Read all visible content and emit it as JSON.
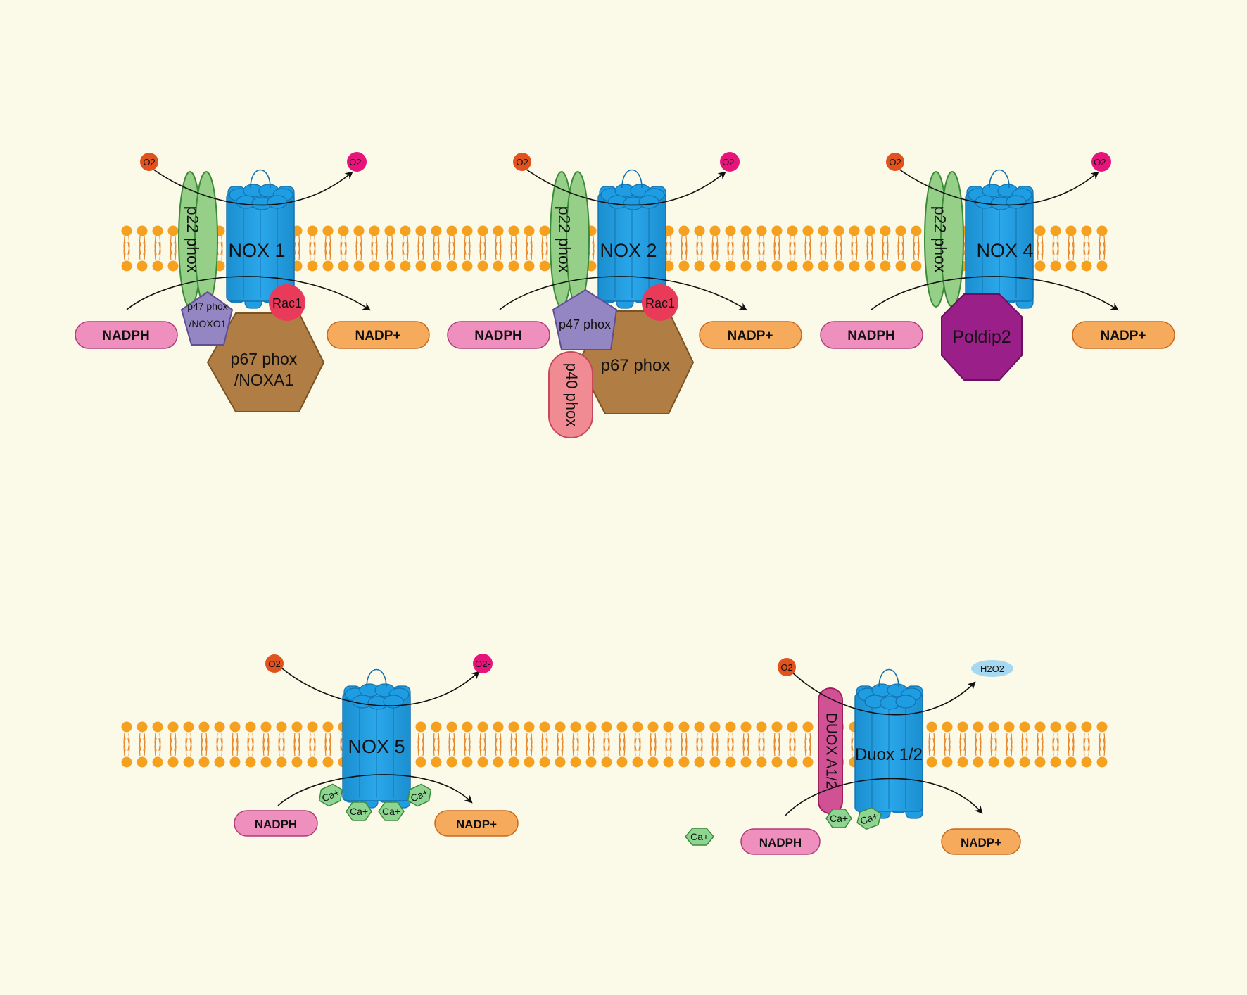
{
  "colors": {
    "background": "#fbf9e7",
    "lipid_head": "#f5a11f",
    "lipid_tail": "#e8862a",
    "nox_blue": "#1e9de2",
    "nox_blue_dark": "#1372b0",
    "p22phox_green": "#96cf87",
    "p47phox_purple": "#9486c2",
    "p67phox_brown": "#b07d45",
    "rac1_red": "#ea3a5a",
    "p40phox_pink": "#f08b93",
    "poldip2_magenta": "#9a1f88",
    "nadph_pink": "#ef8fbd",
    "nadp_orange": "#f6aa5c",
    "o2_orange": "#e0521e",
    "superoxide_magenta": "#e6147b",
    "h2o2_blue": "#a6d8f0",
    "duoxa_magenta": "#d05294",
    "calcium_green": "#8ed592"
  },
  "complexes": [
    {
      "name": "NOX 1",
      "adaptor_p22": "p22 phox",
      "nadph": "NADPH",
      "nadp": "NADP+",
      "o2": "O2",
      "product": "O2-",
      "p47_line1": "p47 phox",
      "p47_line2": "/NOXO1",
      "p67_line1": "p67 phox",
      "p67_line2": "/NOXA1",
      "rac": "Rac1"
    },
    {
      "name": "NOX 2",
      "adaptor_p22": "p22 phox",
      "nadph": "NADPH",
      "nadp": "NADP+",
      "o2": "O2",
      "product": "O2-",
      "p47": "p47 phox",
      "p67": "p67 phox",
      "p40": "p40 phox",
      "rac": "Rac1"
    },
    {
      "name": "NOX 4",
      "adaptor_p22": "p22 phox",
      "nadph": "NADPH",
      "nadp": "NADP+",
      "o2": "O2",
      "product": "O2-",
      "partner": "Poldip2"
    },
    {
      "name": "NOX 5",
      "nadph": "NADPH",
      "nadp": "NADP+",
      "o2": "O2",
      "product": "O2-",
      "calcium": [
        "Ca+",
        "Ca+",
        "Ca+",
        "Ca+"
      ]
    },
    {
      "name": "Duox 1/2",
      "adaptor": "DUOX A1/2",
      "nadph": "NADPH",
      "nadp": "NADP+",
      "o2": "O2",
      "product": "H2O2",
      "calcium": [
        "Ca+",
        "Ca+"
      ],
      "free_calcium": "Ca+"
    }
  ]
}
